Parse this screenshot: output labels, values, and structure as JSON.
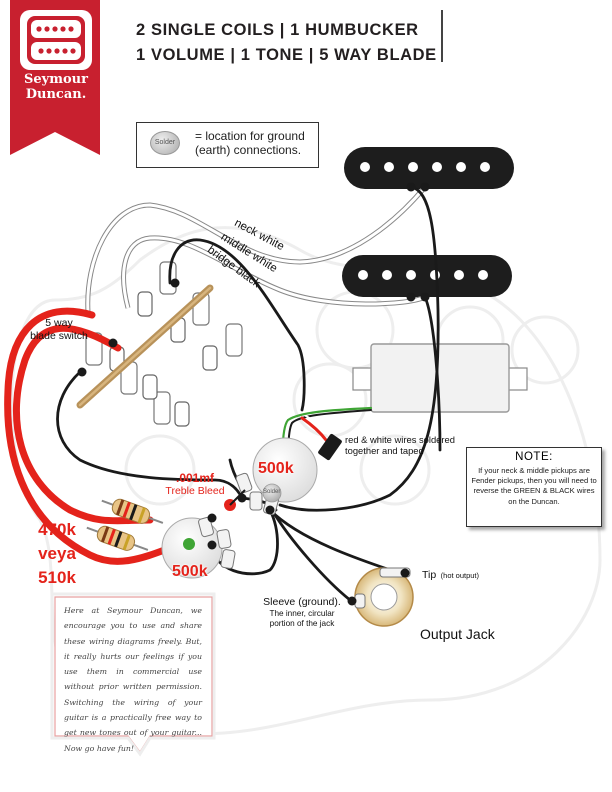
{
  "brand": {
    "logo_line1": "Seymour",
    "logo_line2": "Duncan.",
    "logo_color": "#c8202f"
  },
  "header": {
    "title_line1": "2 SINGLE COILS | 1 HUMBUCKER",
    "title_line2": "1 VOLUME | 1 TONE | 5 WAY BLADE"
  },
  "legend": {
    "marker_label": "Solder",
    "text": "= location for ground (earth) connections."
  },
  "wire_labels": {
    "neck": "neck white",
    "middle": "middle white",
    "bridge": "bridge black",
    "red_white": "red & white wires soldered together and taped"
  },
  "switch": {
    "label_line1": "5 way",
    "label_line2": "blade switch"
  },
  "capacitor": {
    "value": ".001mf",
    "name": "Treble Bleed"
  },
  "pots": {
    "volume_value": "500k",
    "tone_value": "500k",
    "solder_mark": "Solder"
  },
  "resistor": {
    "line1": "470k",
    "line2": "veya",
    "line3": "510k"
  },
  "jack": {
    "tip_label": "Tip",
    "tip_sub": "(hot output)",
    "sleeve_label": "Sleeve (ground).",
    "sleeve_desc": "The inner, circular portion of the jack",
    "title": "Output Jack"
  },
  "note": {
    "title": "NOTE:",
    "body": "If your neck & middle pickups are Fender pickups, then you will need to reverse the GREEN & BLACK wires on the Duncan."
  },
  "letter": {
    "text": "Here at Seymour Duncan, we encourage you to use and share these wiring diagrams freely. But, it really hurts our feelings if you use them in commercial use without prior written permission. Switching the wiring of your guitar is a practically free way to get new tones out of your guitar... Now go have fun!"
  },
  "colors": {
    "red_wire": "#e4231b",
    "black_wire": "#1a1a1a",
    "white_wire": "#ffffff",
    "green_wire": "#3fa535",
    "switch_bar": "#b8925a",
    "solder_gray": "#bdbdbd"
  },
  "icons": {
    "logo": "seymour-duncan-logo",
    "solder": "solder-dot-icon"
  }
}
